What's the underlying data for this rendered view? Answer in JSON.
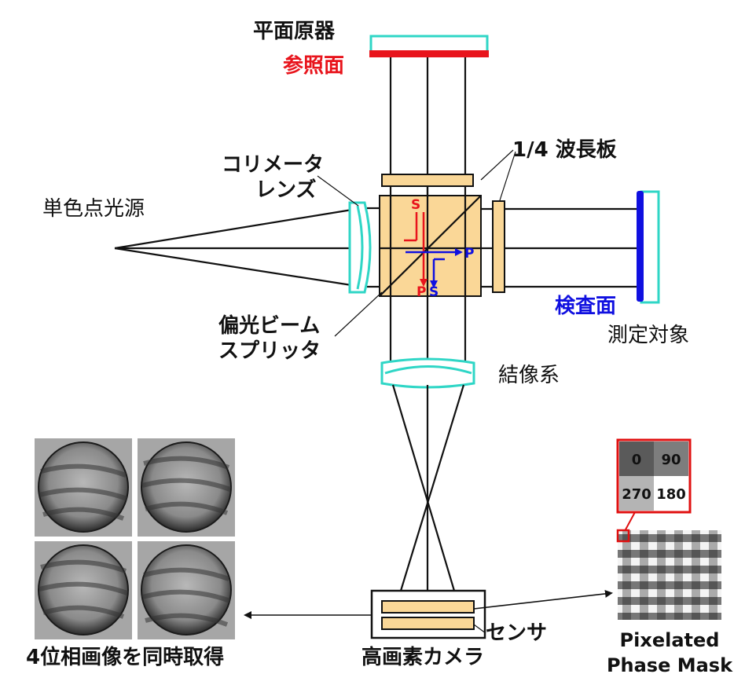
{
  "labels": {
    "flat_master": "平面原器",
    "reference_surface": "参照面",
    "quarter_wave_plate": "1/4 波長板",
    "collimator_lens_line1": "コリメータ",
    "collimator_lens_line2": "レンズ",
    "point_source": "単色点光源",
    "pbs_line1": "偏光ビーム",
    "pbs_line2": "スプリッタ",
    "test_surface": "検査面",
    "measurement_object": "測定対象",
    "imaging_system": "結像系",
    "sensor": "センサ",
    "camera": "高画素カメラ",
    "four_phase": "4位相画像を同時取得",
    "mask_title_line1": "Pixelated",
    "mask_title_line2": "Phase Mask"
  },
  "polarization": {
    "s_top": "S",
    "p_bottom": "P",
    "p_right": "P",
    "s_bottom": "S"
  },
  "phase_mask_cells": [
    "0",
    "90",
    "270",
    "180"
  ],
  "colors": {
    "reference_surface": "#e8141c",
    "test_surface": "#1010e0",
    "optics_outline": "#2fd6c6",
    "optics_fill": "#fad797",
    "highlight_box": "#e01010"
  }
}
